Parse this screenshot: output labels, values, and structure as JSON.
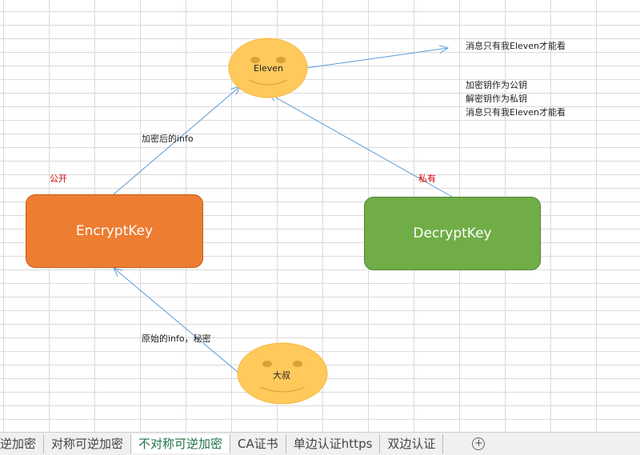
{
  "diagram": {
    "eleven_label": "Eleven",
    "uncle_label": "大叔",
    "encrypt_key": "EncryptKey",
    "decrypt_key": "DecryptKey",
    "public_label": "公开",
    "private_label": "私有",
    "encrypted_info": "加密后的info",
    "original_info": "原始的info，秘密",
    "only_eleven": "消息只有我Eleven才能看",
    "notes": [
      "加密钥作为公钥",
      "解密钥作为私钥",
      "消息只有我Eleven才能看"
    ]
  },
  "tabs": [
    {
      "label": "逆加密"
    },
    {
      "label": "对称可逆加密"
    },
    {
      "label": "不对称可逆加密",
      "active": true
    },
    {
      "label": "CA证书"
    },
    {
      "label": "单边认证https"
    },
    {
      "label": "双边认证"
    }
  ],
  "add_sheet": "⊕"
}
